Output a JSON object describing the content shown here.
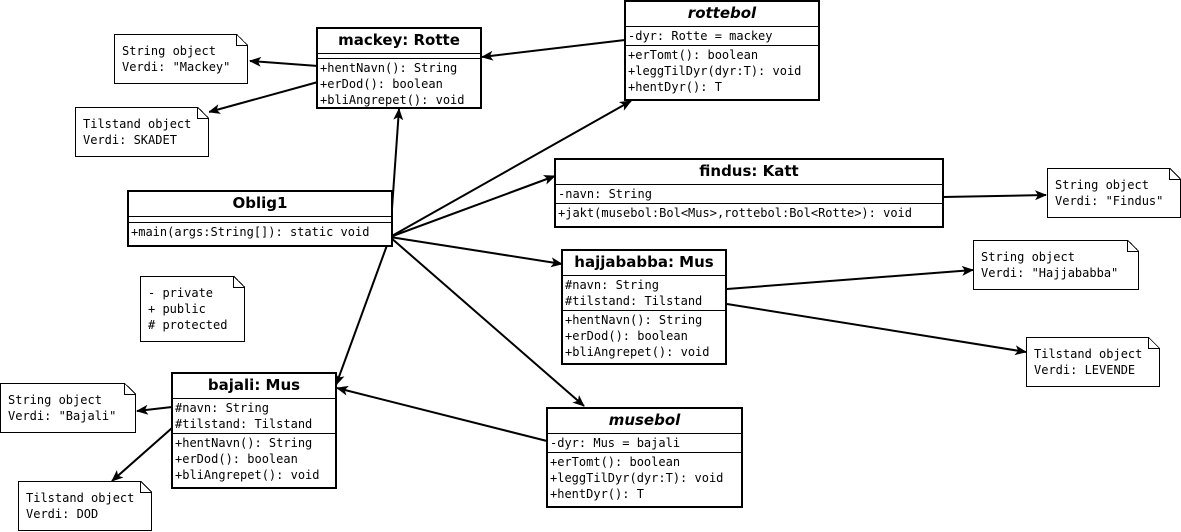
{
  "classes": {
    "mackey": {
      "title": "mackey: Rotte",
      "attributes": [],
      "methods": [
        "+hentNavn(): String",
        "+erDod(): boolean",
        "+bliAngrepet(): void"
      ]
    },
    "rottebol": {
      "title": "rottebol",
      "attributes": [
        "-dyr: Rotte = mackey"
      ],
      "methods": [
        "+erTomt(): boolean",
        "+leggTilDyr(dyr:T): void",
        "+hentDyr(): T"
      ]
    },
    "findus": {
      "title": "findus: Katt",
      "attributes": [
        "-navn: String"
      ],
      "methods": [
        "+jakt(musebol:Bol<Mus>,rottebol:Bol<Rotte>): void"
      ]
    },
    "oblig1": {
      "title": "Oblig1",
      "attributes": [],
      "methods": [
        "+main(args:String[]): static void"
      ]
    },
    "hajjababba": {
      "title": "hajjababba: Mus",
      "attributes": [
        "#navn: String",
        "#tilstand: Tilstand"
      ],
      "methods": [
        "+hentNavn(): String",
        "+erDod(): boolean",
        "+bliAngrepet(): void"
      ]
    },
    "bajali": {
      "title": "bajali: Mus",
      "attributes": [
        "#navn: String",
        "#tilstand: Tilstand"
      ],
      "methods": [
        "+hentNavn(): String",
        "+erDod(): boolean",
        "+bliAngrepet(): void"
      ]
    },
    "musebol": {
      "title": "musebol",
      "attributes": [
        "-dyr: Mus = bajali"
      ],
      "methods": [
        "+erTomt(): boolean",
        "+leggTilDyr(dyr:T): void",
        "+hentDyr(): T"
      ]
    }
  },
  "notes": {
    "mackey_string": [
      "String object",
      "Verdi: \"Mackey\""
    ],
    "mackey_tilstand": [
      "Tilstand object",
      "Verdi: SKADET"
    ],
    "legend": [
      "- private",
      "+ public",
      "# protected"
    ],
    "findus_string": [
      "String object",
      "Verdi: \"Findus\""
    ],
    "hajjababba_string": [
      "String object",
      "Verdi: \"Hajjababba\""
    ],
    "hajjababba_tilstand": [
      "Tilstand object",
      "Verdi: LEVENDE"
    ],
    "bajali_string": [
      "String object",
      "Verdi: \"Bajali\""
    ],
    "bajali_tilstand": [
      "Tilstand object",
      "Verdi: DOD"
    ]
  }
}
